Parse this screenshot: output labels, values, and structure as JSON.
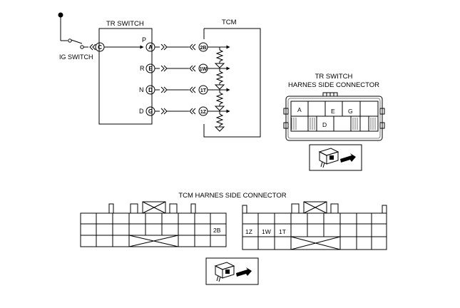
{
  "circuit": {
    "tr_switch_title": "TR SWITCH",
    "tcm_title": "TCM",
    "ig_switch_label": "IG SWITCH",
    "ig_pin": "C",
    "rows": [
      {
        "position": "P",
        "switch_pin": "A",
        "tcm_pin": "2B"
      },
      {
        "position": "R",
        "switch_pin": "E",
        "tcm_pin": "1W"
      },
      {
        "position": "N",
        "switch_pin": "D",
        "tcm_pin": "1T"
      },
      {
        "position": "D",
        "switch_pin": "G",
        "tcm_pin": "1Z"
      }
    ]
  },
  "tr_connector": {
    "title_line1": "TR SWITCH",
    "title_line2": "HARNES SIDE CONNECTOR",
    "pin_a": "A",
    "pin_e": "E",
    "pin_g": "G",
    "pin_d": "D"
  },
  "tcm_connector": {
    "title": "TCM HARNES SIDE CONNECTOR",
    "left_pin_2b": "2B",
    "right_pin_1z": "1Z",
    "right_pin_1w": "1W",
    "right_pin_1t": "1T"
  }
}
